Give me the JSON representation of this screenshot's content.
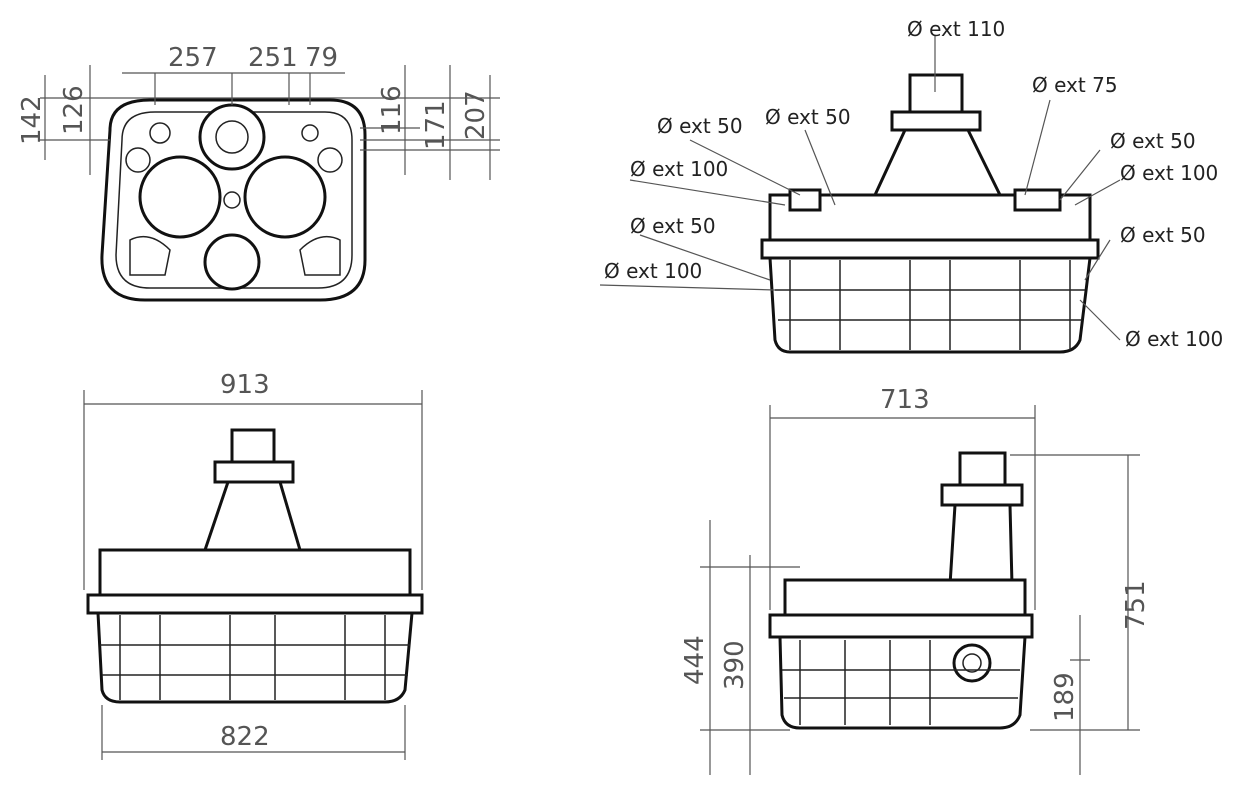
{
  "top_view": {
    "dims": {
      "d257": "257",
      "d251": "251",
      "d79": "79",
      "d142": "142",
      "d126": "126",
      "d116": "116",
      "d171": "171",
      "d207": "207"
    }
  },
  "iso_view": {
    "labels": {
      "ext110": "Ø ext 110",
      "ext75": "Ø ext 75",
      "left_ext50_a": "Ø ext 50",
      "left_ext50_b": "Ø ext 50",
      "left_ext100_a": "Ø ext 100",
      "left_ext50_c": "Ø ext 50",
      "left_ext100_b": "Ø ext 100",
      "right_ext50_a": "Ø ext 50",
      "right_ext100_a": "Ø ext 100",
      "right_ext50_b": "Ø ext 50",
      "right_ext100_b": "Ø ext 100"
    }
  },
  "front_view": {
    "dims": {
      "width_top": "913",
      "width_bottom": "822"
    }
  },
  "side_view": {
    "dims": {
      "width": "713",
      "height_total": "751",
      "h444": "444",
      "h390": "390",
      "h189": "189"
    }
  }
}
